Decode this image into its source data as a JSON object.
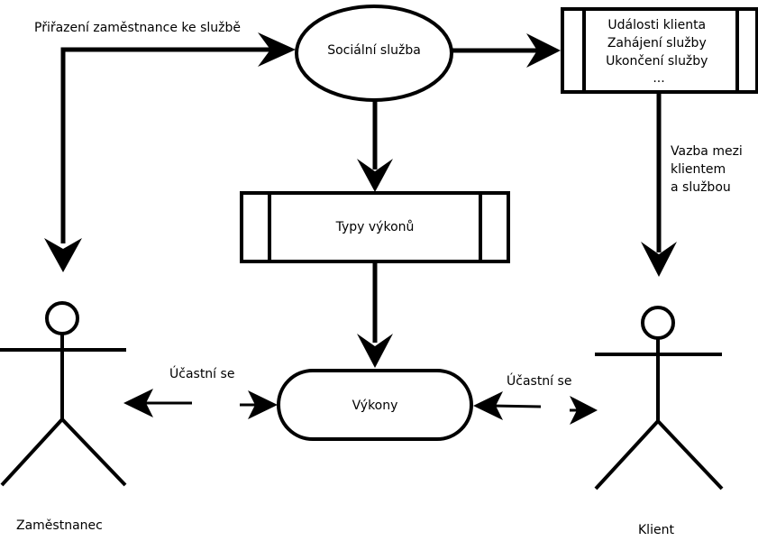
{
  "nodes": {
    "social_service": "Sociální služba",
    "client_events": [
      "Události klienta",
      "Zahájení služby",
      "Ukončení služby",
      "..."
    ],
    "performance_types": "Typy výkonů",
    "performances": "Výkony"
  },
  "actors": {
    "employee": "Zaměstnanec",
    "client": "Klient"
  },
  "edges": {
    "employee_assignment": "Přiřazení zaměstnance ke službě",
    "client_service_link": [
      "Vazba mezi",
      "klientem",
      "a službou"
    ],
    "employee_participates": "Účastní se",
    "client_participates": "Účastní se"
  }
}
